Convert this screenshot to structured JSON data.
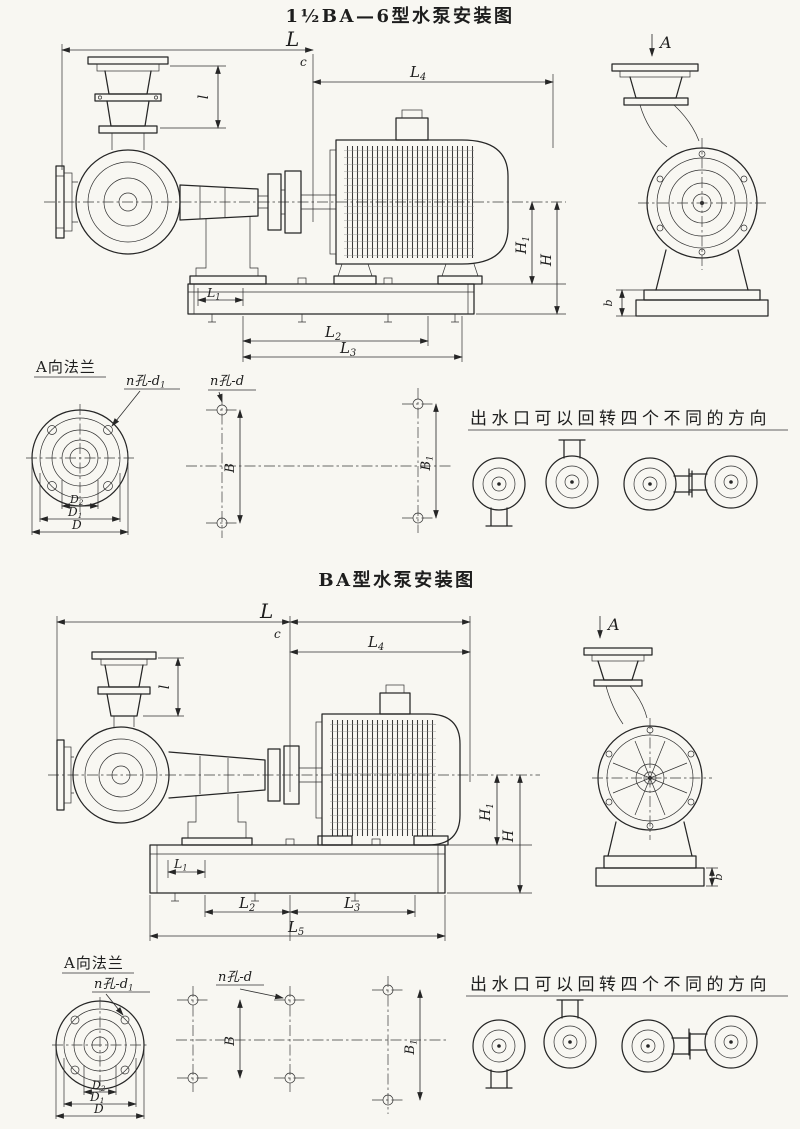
{
  "titles": {
    "top": "1½BA—6型水泵安装图",
    "bottom": "BA型水泵安装图"
  },
  "top": {
    "view_arrow": "A",
    "dims": {
      "Lc_base": "L",
      "Lc_sub": "c",
      "L4_base": "L",
      "L4_sub": "4",
      "l": "l",
      "H1_base": "H",
      "H1_sub": "1",
      "H": "H",
      "L1_base": "L",
      "L1_sub": "1",
      "L2_base": "L",
      "L2_sub": "2",
      "L3_base": "L",
      "L3_sub": "3",
      "b": "b"
    },
    "flange": {
      "title": "A向法兰",
      "holes_base": "n孔-d",
      "holes_sub": "1",
      "D2_base": "D",
      "D2_sub": "2",
      "D1_base": "D",
      "D1_sub": "1",
      "D": "D"
    },
    "anchor": {
      "holes": "n孔-d",
      "B": "B",
      "B1_base": "B",
      "B1_sub": "1"
    },
    "outlet_note": "出水口可以回转四个不同的方向"
  },
  "bottom": {
    "view_arrow": "A",
    "dims": {
      "Lc_base": "L",
      "Lc_sub": "c",
      "L4_base": "L",
      "L4_sub": "4",
      "l": "l",
      "H1_base": "H",
      "H1_sub": "1",
      "H": "H",
      "L1_base": "L",
      "L1_sub": "1",
      "L2_base": "L",
      "L2_sub": "2",
      "L3_base": "L",
      "L3_sub": "3",
      "L5_base": "L",
      "L5_sub": "5",
      "b": "b"
    },
    "flange": {
      "title": "A向法兰",
      "holes_base": "n孔-d",
      "holes_sub": "1",
      "D2_base": "D",
      "D2_sub": "2",
      "D1_base": "D",
      "D1_sub": "1",
      "D": "D"
    },
    "anchor": {
      "holes": "n孔-d",
      "B": "B",
      "B1_base": "B",
      "B1_sub": "1"
    },
    "outlet_note": "出水口可以回转四个不同的方向"
  }
}
